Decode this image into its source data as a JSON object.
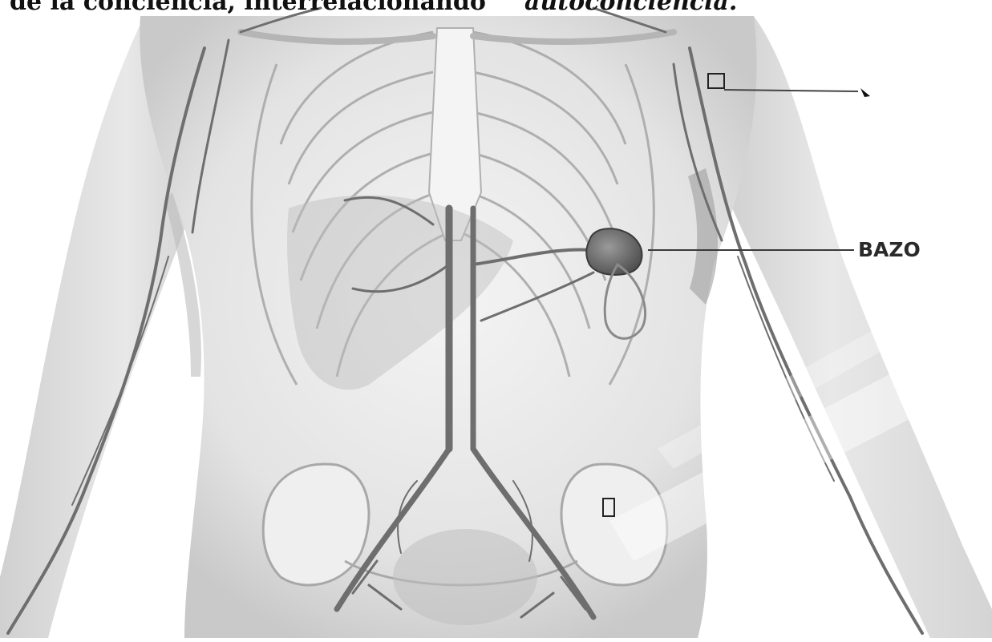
{
  "header": {
    "line_left": "de la conciencia, interrelacionando",
    "line_right": "autoconciencia."
  },
  "labels": {
    "spleen": "BAZO"
  },
  "colors": {
    "background": "#ffffff",
    "body_shade": "#d9d9d9",
    "vessel": "#6e6e6e",
    "bone": "#f2f2f2",
    "label": "#2a2a2a"
  },
  "icons": {
    "upper_marker": "small-square-marker-icon",
    "lower_marker": "small-square-marker-icon",
    "pointer": "pointer-arrow-icon"
  }
}
